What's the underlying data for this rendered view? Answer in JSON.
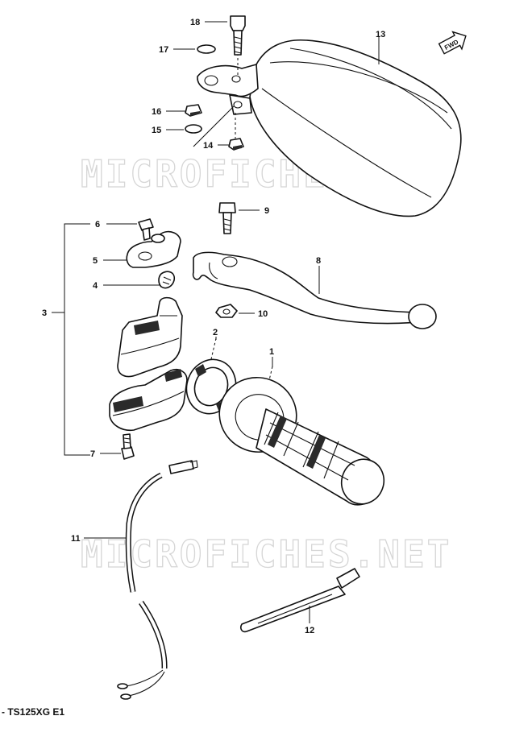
{
  "diagram": {
    "model_caption": "- TS125XG E1",
    "watermark": "MICROFICHES.NET",
    "direction_label": "FWD",
    "parts": [
      {
        "key": "p1",
        "number": "1"
      },
      {
        "key": "p2",
        "number": "2"
      },
      {
        "key": "p3",
        "number": "3"
      },
      {
        "key": "p4",
        "number": "4"
      },
      {
        "key": "p5",
        "number": "5"
      },
      {
        "key": "p6",
        "number": "6"
      },
      {
        "key": "p7",
        "number": "7"
      },
      {
        "key": "p8",
        "number": "8"
      },
      {
        "key": "p9",
        "number": "9"
      },
      {
        "key": "p10",
        "number": "10"
      },
      {
        "key": "p11",
        "number": "11"
      },
      {
        "key": "p12",
        "number": "12"
      },
      {
        "key": "p13",
        "number": "13"
      },
      {
        "key": "p14",
        "number": "14"
      },
      {
        "key": "p15",
        "number": "15"
      },
      {
        "key": "p16",
        "number": "16"
      },
      {
        "key": "p17",
        "number": "17"
      },
      {
        "key": "p18",
        "number": "18"
      }
    ]
  }
}
